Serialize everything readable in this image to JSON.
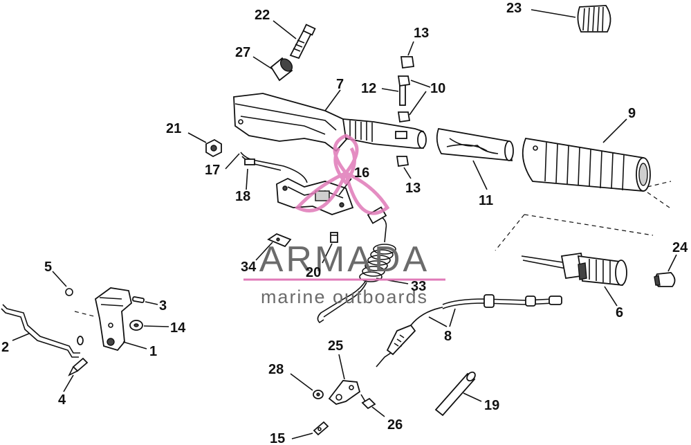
{
  "labels": [
    {
      "id": "22",
      "text": "22"
    },
    {
      "id": "23",
      "text": "23"
    },
    {
      "id": "27",
      "text": "27"
    },
    {
      "id": "13a",
      "text": "13"
    },
    {
      "id": "12",
      "text": "12"
    },
    {
      "id": "10",
      "text": "10"
    },
    {
      "id": "7",
      "text": "7"
    },
    {
      "id": "9",
      "text": "9"
    },
    {
      "id": "21",
      "text": "21"
    },
    {
      "id": "17",
      "text": "17"
    },
    {
      "id": "18",
      "text": "18"
    },
    {
      "id": "16",
      "text": "16"
    },
    {
      "id": "13b",
      "text": "13"
    },
    {
      "id": "11",
      "text": "11"
    },
    {
      "id": "34",
      "text": "34"
    },
    {
      "id": "20",
      "text": "20"
    },
    {
      "id": "33",
      "text": "33"
    },
    {
      "id": "24",
      "text": "24"
    },
    {
      "id": "6",
      "text": "6"
    },
    {
      "id": "5",
      "text": "5"
    },
    {
      "id": "3",
      "text": "3"
    },
    {
      "id": "14",
      "text": "14"
    },
    {
      "id": "2",
      "text": "2"
    },
    {
      "id": "1",
      "text": "1"
    },
    {
      "id": "4",
      "text": "4"
    },
    {
      "id": "8",
      "text": "8"
    },
    {
      "id": "25",
      "text": "25"
    },
    {
      "id": "28",
      "text": "28"
    },
    {
      "id": "26",
      "text": "26"
    },
    {
      "id": "19",
      "text": "19"
    },
    {
      "id": "15",
      "text": "15"
    }
  ],
  "watermark": {
    "brand": "ARMADA",
    "tagline": "marine outboards",
    "logo_color": "#e07ab8",
    "text_color": "#6b6b6b"
  }
}
